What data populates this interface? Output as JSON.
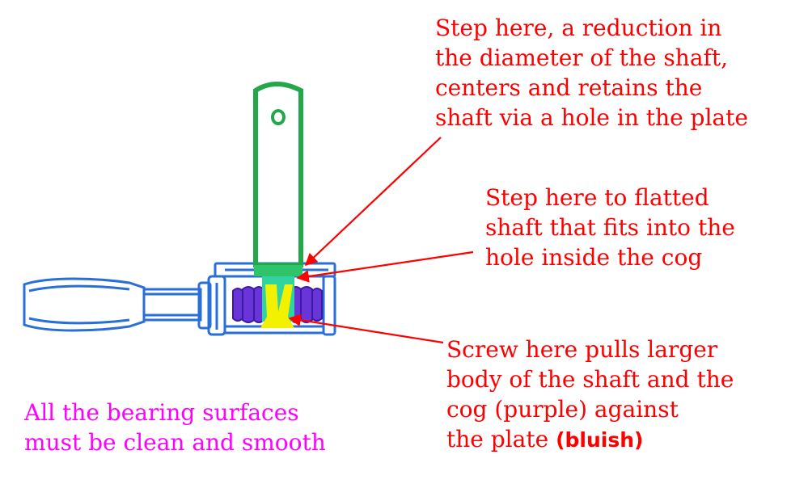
{
  "colors": {
    "annotation": "#ff0000",
    "bearing_note": "#ff00ff",
    "shaft": "#22a84a",
    "shaft_step": "#2fc36a",
    "plate": "#2a6fd6",
    "cog": "#6a35d8",
    "screw": "#f2f200",
    "flatted_shaft": "#2fd4a0"
  },
  "annotations": {
    "shaft_step": {
      "lines": [
        "Step here, a reduction in",
        "the diameter of the shaft,",
        "centers and retains the",
        "shaft via a hole in the plate"
      ]
    },
    "flat_step": {
      "lines": [
        "Step here to flatted",
        "shaft that fits into the",
        "hole inside the cog"
      ]
    },
    "screw": {
      "lines": [
        "Screw here pulls larger",
        "body of the shaft and the",
        "cog (purple) against"
      ],
      "last_line_prefix": "the plate ",
      "last_line_bold": "(bluish)"
    },
    "bearing": {
      "lines": [
        "All the bearing surfaces",
        "must be clean and smooth"
      ]
    }
  }
}
